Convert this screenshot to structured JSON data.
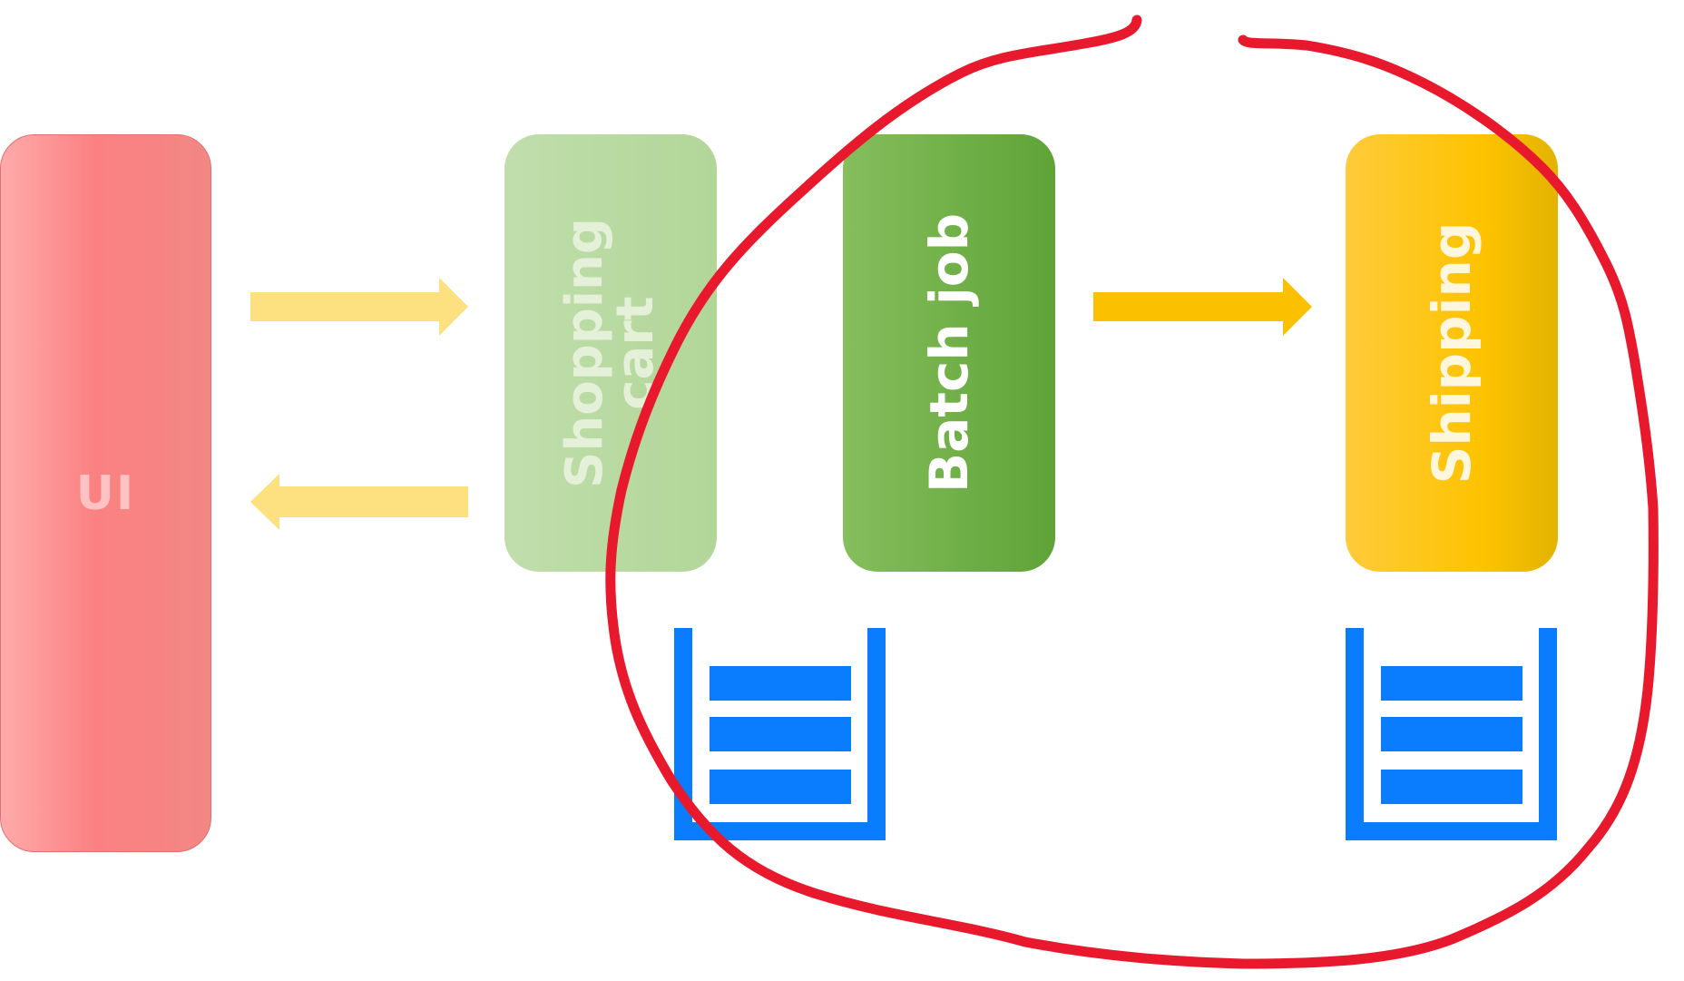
{
  "blocks": {
    "ui": {
      "label": "UI"
    },
    "shopping_cart": {
      "label_line1": "Shopping",
      "label_line2": "cart"
    },
    "batch_job": {
      "label": "Batch job"
    },
    "shipping": {
      "label": "Shipping"
    }
  },
  "arrows": [
    {
      "from": "ui",
      "to": "shopping_cart",
      "color": "#fde080"
    },
    {
      "from": "shopping_cart",
      "to": "ui",
      "color": "#fde080"
    },
    {
      "from": "batch_job",
      "to": "shipping",
      "color": "#fbc100"
    }
  ],
  "queues": [
    {
      "attached_to": "batch_job",
      "items": 3,
      "color": "#0a7dff"
    },
    {
      "attached_to": "shipping",
      "items": 3,
      "color": "#0a7dff"
    }
  ],
  "annotation": {
    "type": "hand-drawn-loop",
    "color": "#e8192c",
    "encloses": [
      "batch_job",
      "shipping"
    ]
  },
  "colors": {
    "ui": "#fb8181",
    "shopping_cart": "#b8da9f",
    "batch_job": "#6eae45",
    "shipping": "#fdc300",
    "queue": "#0a7dff",
    "annotation": "#e8192c"
  }
}
